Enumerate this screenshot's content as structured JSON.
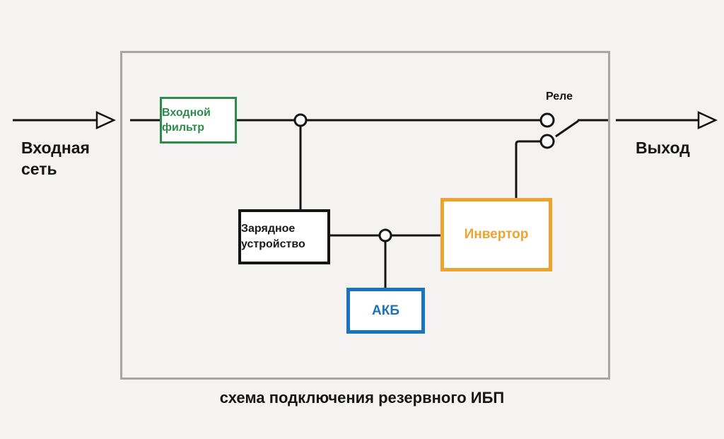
{
  "colors": {
    "bg": "#f4f3f1",
    "frame": "#a6a6a6",
    "line": "#141414",
    "text": "#161616",
    "green": "#2f8b4c",
    "blue": "#1b74bb",
    "orange": "#eda42f"
  },
  "diagram": {
    "input_label": "Входная сеть",
    "output_label": "Выход",
    "relay_label": "Реле",
    "blocks": {
      "input_filter": "Входной фильтр",
      "charger": "Зарядное устройство",
      "battery": "АКБ",
      "inverter": "Инвертор"
    },
    "caption": "схема подключения резервного ИБП"
  }
}
